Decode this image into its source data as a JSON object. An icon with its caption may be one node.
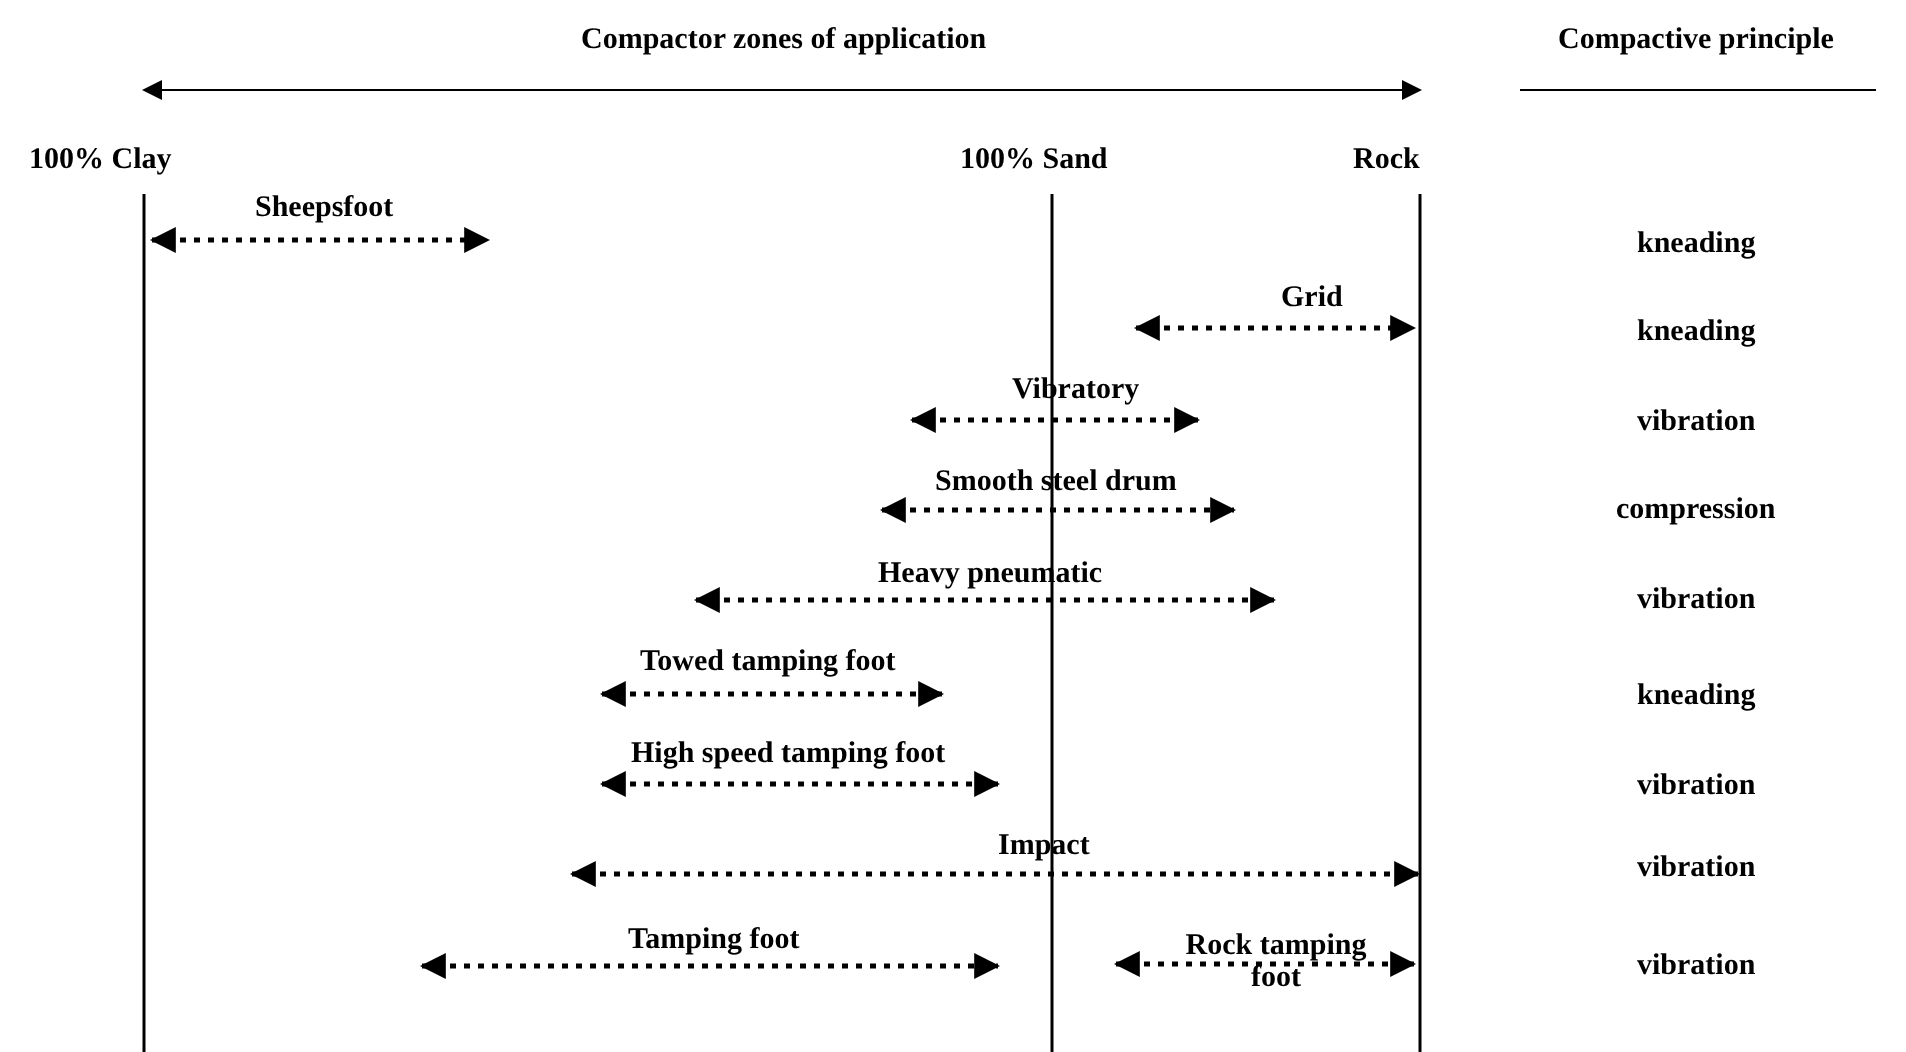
{
  "diagram": {
    "title": "Compactor zones of application",
    "labels": [
      "Compactive principle",
      "100% Clay",
      "100% Sand",
      "Rock",
      "Sheepsfoot",
      "kneading",
      "Grid",
      "kneading",
      "Vibratory",
      "vibration",
      "Smooth steel drum",
      "compression",
      "Heavy pneumatic",
      "vibration",
      "Towed tamping foot",
      "kneading",
      "High speed tamping foot",
      "vibration",
      "Impact",
      "vibration",
      "Tamping foot",
      "Rock tamping foot",
      "vibration"
    ]
  }
}
